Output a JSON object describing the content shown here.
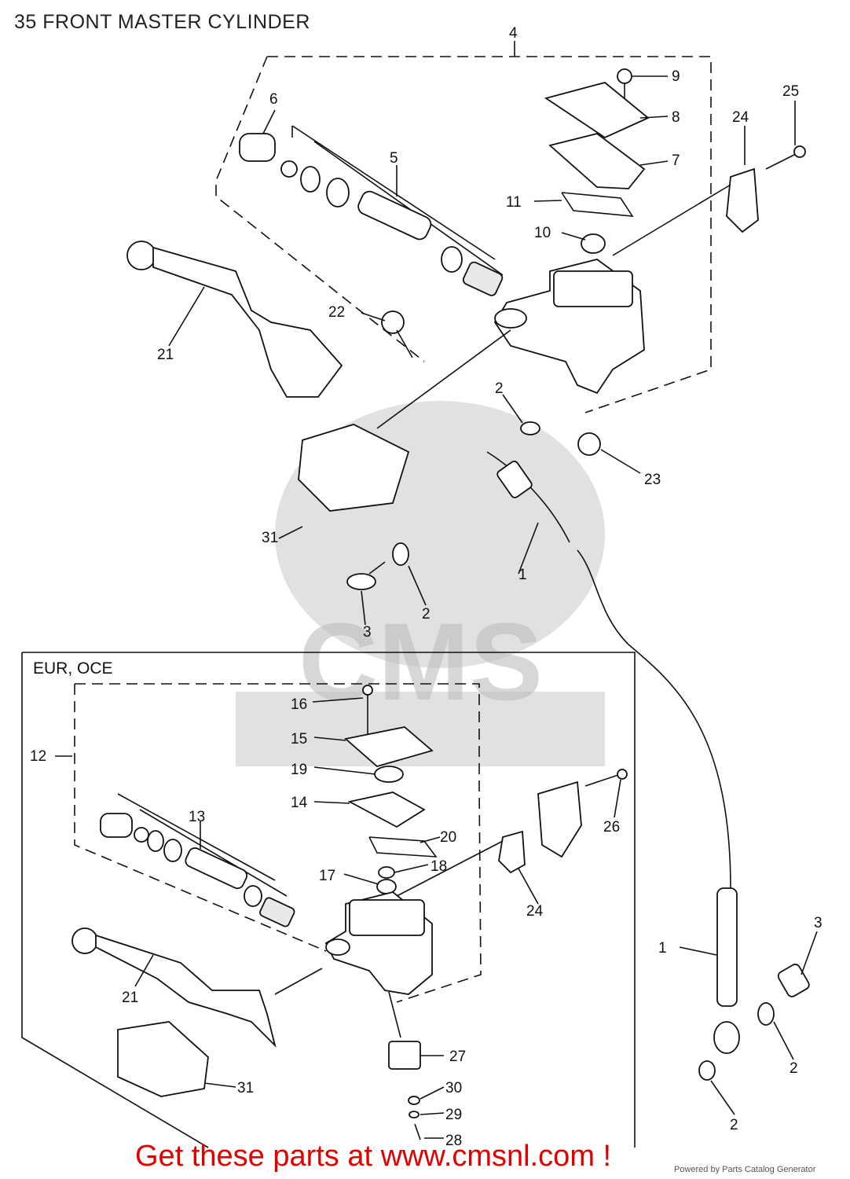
{
  "title": "35 FRONT MASTER CYLINDER",
  "region_label": "EUR, OCE",
  "callouts": [
    "1",
    "2",
    "3",
    "4",
    "5",
    "6",
    "7",
    "8",
    "9",
    "10",
    "11",
    "12",
    "13",
    "14",
    "15",
    "16",
    "17",
    "18",
    "19",
    "20",
    "21",
    "22",
    "23",
    "24",
    "25",
    "26",
    "27",
    "28",
    "29",
    "30",
    "31"
  ],
  "footer": "Get these parts at www.cmsnl.com !",
  "credit": "Powered by Parts Catalog Generator",
  "watermark_text": "CMS",
  "colors": {
    "footer": "#e00000",
    "lines": "#111111",
    "watermark": "#c8c8c8"
  }
}
